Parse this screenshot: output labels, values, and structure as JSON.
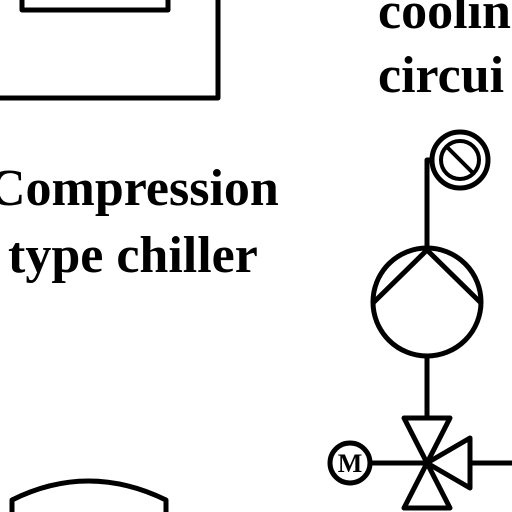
{
  "labels": {
    "chiller_line1": "Compression",
    "chiller_line2": "type chiller",
    "cooling_line1": "coolin",
    "cooling_line2": "circui"
  },
  "symbols": {
    "motor_letter": "M"
  },
  "icons": {
    "gauge": "gauge-icon",
    "pump": "pump-icon",
    "valve": "three-way-valve-icon",
    "motor": "motor-actuator-icon",
    "tank": "tank-icon"
  },
  "colors": {
    "ink": "#000000",
    "background": "#ffffff"
  }
}
